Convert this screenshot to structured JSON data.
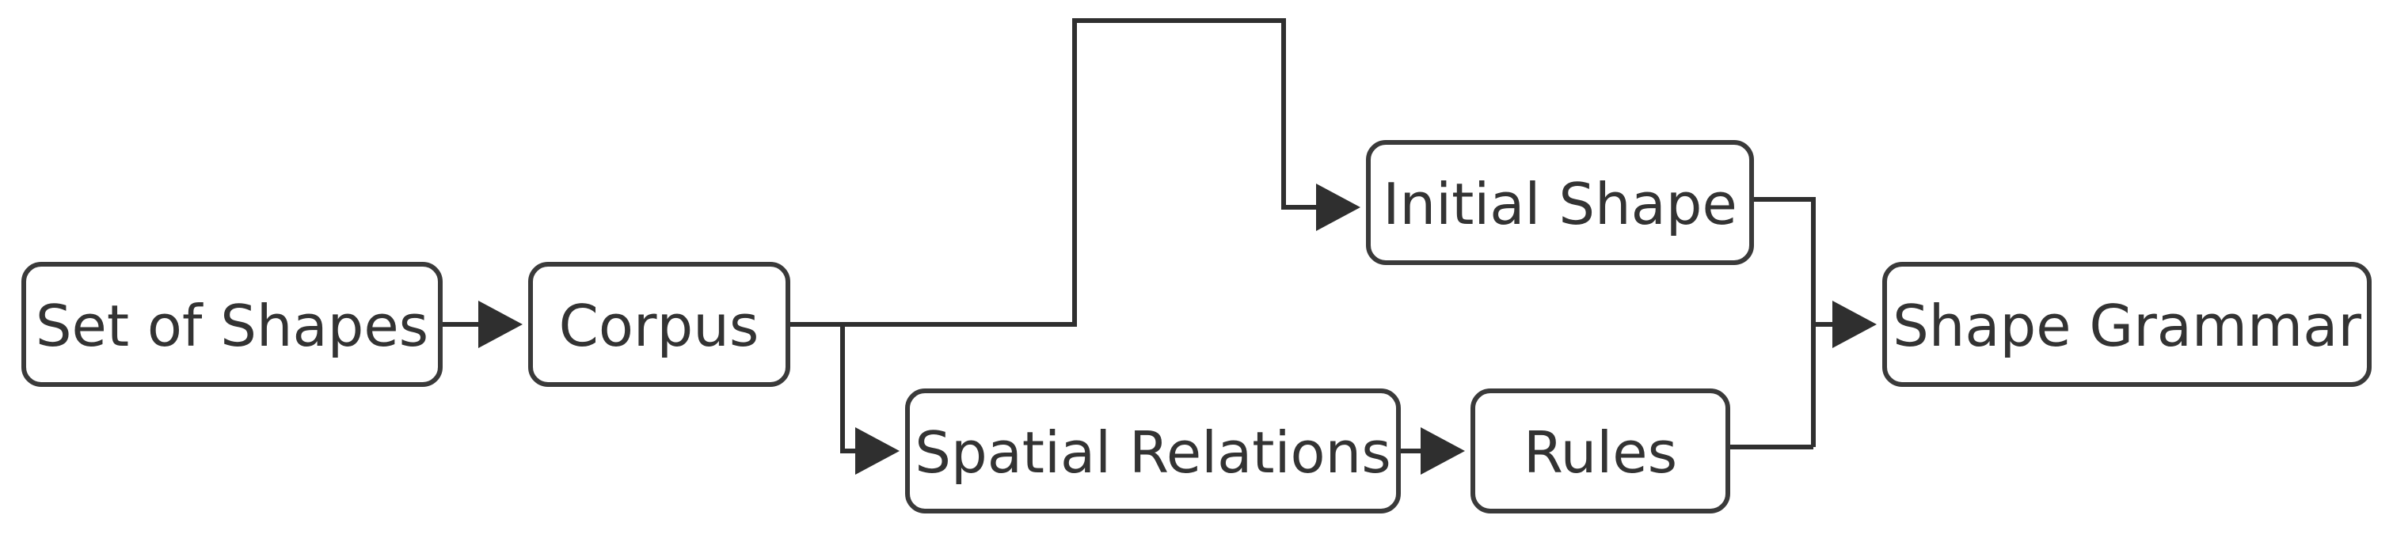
{
  "diagram": {
    "nodes": {
      "set_of_shapes": "Set of Shapes",
      "corpus": "Corpus",
      "initial_shape": "Initial Shape",
      "spatial_relations": "Spatial Relations",
      "rules": "Rules",
      "shape_grammar": "Shape Grammar"
    },
    "colors": {
      "stroke": "#3a3a3a",
      "text": "#333333",
      "arrow": "#2f2f2f",
      "background": "#ffffff"
    }
  }
}
